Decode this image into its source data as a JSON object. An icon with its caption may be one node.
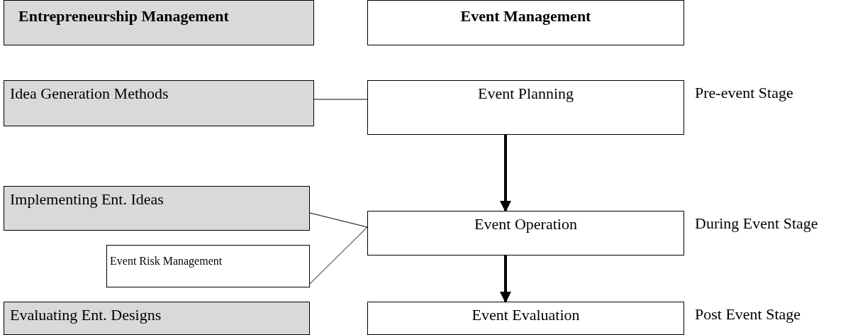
{
  "diagram": {
    "nodes": [
      {
        "text": [
          "Entrepreneurship Management"
        ]
      },
      {
        "text": [
          "Event Management"
        ]
      },
      {
        "text": [
          "Idea Generation Methods"
        ]
      },
      {
        "text": [
          "Event Planning"
        ],
        "beside": [
          "Pre-event Stage"
        ]
      },
      {
        "text": [
          "Implementing Ent. Ideas"
        ]
      },
      {
        "text": [
          "Event Operation"
        ],
        "beside": [
          "During Event Stage"
        ]
      },
      {
        "text": [
          "Event Risk Management"
        ]
      },
      {
        "text": [
          "Evaluating Ent. Designs"
        ]
      },
      {
        "text": [
          "Event Evaluation"
        ],
        "beside": [
          "Post Event Stage"
        ]
      }
    ],
    "edges": [
      {
        "from": 2,
        "to": 3,
        "arrow": "none"
      },
      {
        "from": 4,
        "to": 5,
        "arrow": "none"
      },
      {
        "from": 6,
        "to": 5,
        "arrow": "none"
      },
      {
        "from": 3,
        "to": 5,
        "arrow": "to",
        "style": "thick"
      },
      {
        "from": 5,
        "to": 8,
        "arrow": "to",
        "style": "thick"
      }
    ]
  }
}
